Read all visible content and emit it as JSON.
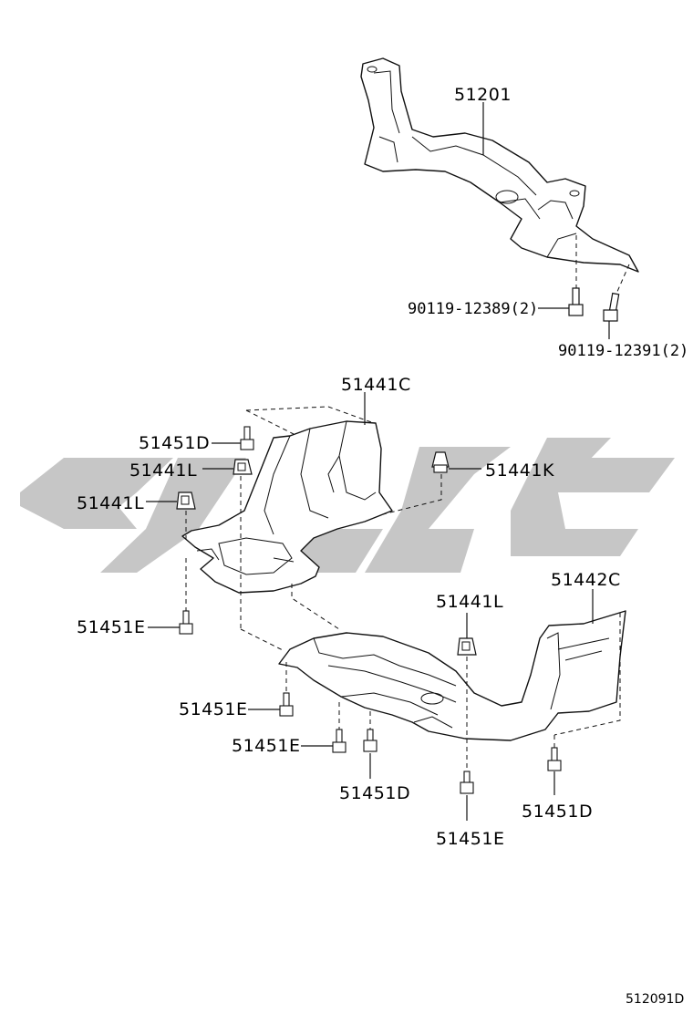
{
  "parts": {
    "p51201": "51201",
    "p90119_12389": "90119-12389(2)",
    "p90119_12391": "90119-12391(2)",
    "p51441C": "51441C",
    "p51451D_top": "51451D",
    "p51441L_top": "51441L",
    "p51441K": "51441K",
    "p51441L_left": "51441L",
    "p51451E_left": "51451E",
    "p51442C": "51442C",
    "p51441L_mid": "51441L",
    "p51451E_mid1": "51451E",
    "p51451E_mid2": "51451E",
    "p51451D_mid": "51451D",
    "p51451E_bottom": "51451E",
    "p51451D_right": "51451D"
  },
  "diagram_code": "512091D",
  "colors": {
    "line": "#111111",
    "watermark": "#c6c6c6"
  }
}
